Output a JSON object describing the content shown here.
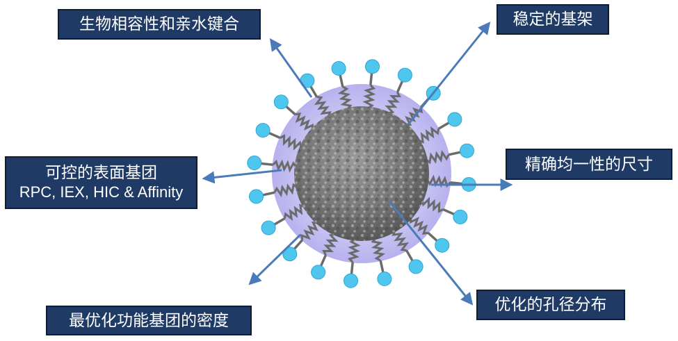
{
  "labels": {
    "biocompat": "生物相容性和亲水键合",
    "scaffold": "稳定的基架",
    "surface_groups": "可控的表面基团",
    "surface_modes": "RPC, IEX, HIC & Affinity",
    "uniform_size": "精确均一性的尺寸",
    "pore_dist": "优化的孔径分布",
    "density": "最优化功能基团的密度"
  },
  "colors": {
    "box_fill": "#1f3a64",
    "box_text": "#ffffff",
    "arrow": "#4a7bb8",
    "shell": "#c9c5f2",
    "ligand_bead": "#4fc6ee",
    "core": "#808080"
  }
}
